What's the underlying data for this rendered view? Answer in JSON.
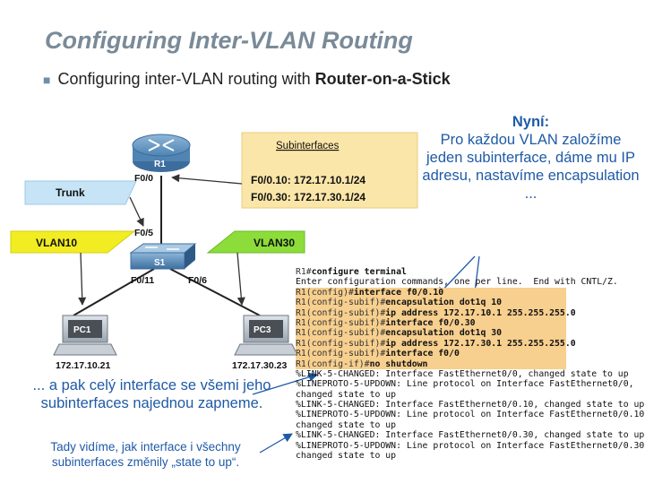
{
  "title": "Configuring Inter-VLAN Routing",
  "subtitle": {
    "text": "Configuring inter-VLAN routing with ",
    "bold": "Router-on-a-Stick"
  },
  "diagram": {
    "router_label": "R1",
    "router_port": "F0/0",
    "subinterfaces_label": "Subinterfaces",
    "subif_1": "F0/0.10: 172.17.10.1/24",
    "subif_2": "F0/0.30: 172.17.30.1/24",
    "trunk_label": "Trunk",
    "switch_label": "S1",
    "switch_port_up": "F0/5",
    "switch_port_left": "F0/11",
    "switch_port_right": "F0/6",
    "vlan_left": "VLAN10",
    "vlan_right": "VLAN30",
    "pc1_label": "PC1",
    "pc3_label": "PC3",
    "pc1_ip": "172.17.10.21",
    "pc3_ip": "172.17.30.23"
  },
  "notes": {
    "now_head": "Nyní:",
    "now_body": "Pro každou VLAN založíme jeden subinterface, dáme mu IP adresu, nastavíme encapsulation ...",
    "all_interfaces": "... a pak celý interface se všemi jeho subinterfaces najednou zapneme.",
    "states": "Tady vidíme, jak interface i všechny subinterfaces změnily „state to up“."
  },
  "terminal": [
    {
      "prompt": "R1#",
      "cmd": "configure terminal",
      "hl": false
    },
    {
      "prompt": "",
      "cmd": "Enter configuration commands, one per line.  End with CNTL/Z.",
      "hl": false,
      "plain": true
    },
    {
      "prompt": "R1(config)#",
      "cmd": "interface f0/0.10",
      "hl": true
    },
    {
      "prompt": "R1(config-subif)#",
      "cmd": "encapsulation dot1q 10",
      "hl": true
    },
    {
      "prompt": "R1(config-subif)#",
      "cmd": "ip address 172.17.10.1 255.255.255.0",
      "hl": true
    },
    {
      "prompt": "R1(config-subif)#",
      "cmd": "interface f0/0.30",
      "hl": true
    },
    {
      "prompt": "R1(config-subif)#",
      "cmd": "encapsulation dot1q 30",
      "hl": true
    },
    {
      "prompt": "R1(config-subif)#",
      "cmd": "ip address 172.17.30.1 255.255.255.0",
      "hl": true
    },
    {
      "prompt": "R1(config-subif)#",
      "cmd": "interface f0/0",
      "hl": true
    },
    {
      "prompt": "R1(config-if)#",
      "cmd": "no shutdown",
      "hl": true
    },
    {
      "prompt": "",
      "cmd": "%LINK-5-CHANGED: Interface FastEthernet0/0, changed state to up",
      "hl": false,
      "plain": true
    },
    {
      "prompt": "",
      "cmd": "%LINEPROTO-5-UPDOWN: Line protocol on Interface FastEthernet0/0,",
      "hl": false,
      "plain": true
    },
    {
      "prompt": "",
      "cmd": "changed state to up",
      "hl": false,
      "plain": true
    },
    {
      "prompt": "",
      "cmd": "%LINK-5-CHANGED: Interface FastEthernet0/0.10, changed state to up",
      "hl": false,
      "plain": true
    },
    {
      "prompt": "",
      "cmd": "%LINEPROTO-5-UPDOWN: Line protocol on Interface FastEthernet0/0.10,",
      "hl": false,
      "plain": true
    },
    {
      "prompt": "",
      "cmd": "changed state to up",
      "hl": false,
      "plain": true
    },
    {
      "prompt": "",
      "cmd": "%LINK-5-CHANGED: Interface FastEthernet0/0.30, changed state to up",
      "hl": false,
      "plain": true
    },
    {
      "prompt": "",
      "cmd": "%LINEPROTO-5-UPDOWN: Line protocol on Interface FastEthernet0/0.30,",
      "hl": false,
      "plain": true
    },
    {
      "prompt": "",
      "cmd": "changed state to up",
      "hl": false,
      "plain": true
    }
  ],
  "colors": {
    "title": "#7a8a98",
    "note_text": "#1f5aa6",
    "highlight": "#f7cf8e",
    "trunk_box": "#c7e4f7",
    "vlan10_box": "#f2ec23",
    "vlan30_box": "#8ddd3a",
    "subif_box": "#fbe6a9",
    "arrow": "#1f5aa6"
  }
}
